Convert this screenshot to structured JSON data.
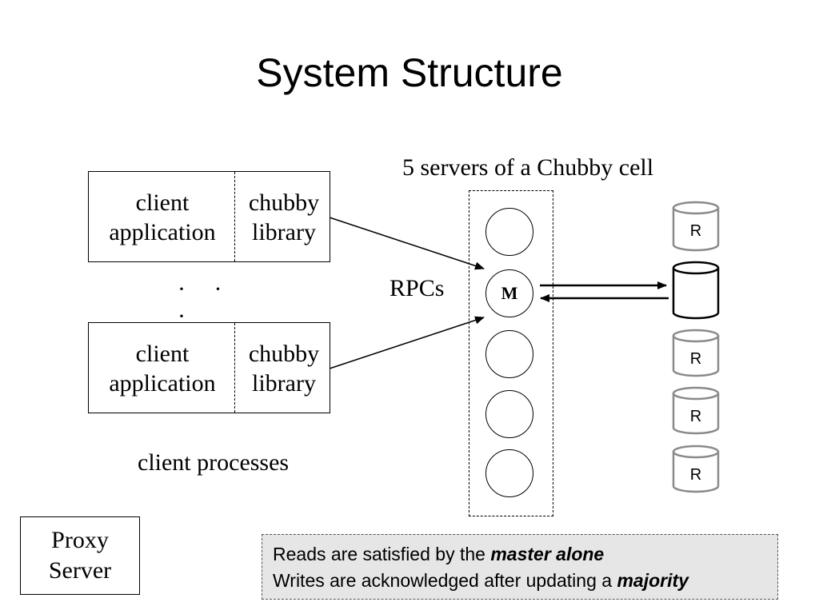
{
  "title": "System Structure",
  "clients": [
    {
      "app_line1": "client",
      "app_line2": "application",
      "lib_line1": "chubby",
      "lib_line2": "library"
    },
    {
      "app_line1": "client",
      "app_line2": "application",
      "lib_line1": "chubby",
      "lib_line2": "library"
    }
  ],
  "ellipsis": "· · ·",
  "client_processes_label": "client processes",
  "cell_label": "5 servers of a Chubby cell",
  "rpcs_label": "RPCs",
  "master_label": "M",
  "replica_label": "R",
  "proxy": {
    "line1": "Proxy",
    "line2": "Server"
  },
  "note": {
    "line1_prefix": "Reads are satisfied by the ",
    "line1_emphasis": "master alone",
    "line2_prefix": "Writes are acknowledged after updating a ",
    "line2_emphasis": "majority"
  }
}
